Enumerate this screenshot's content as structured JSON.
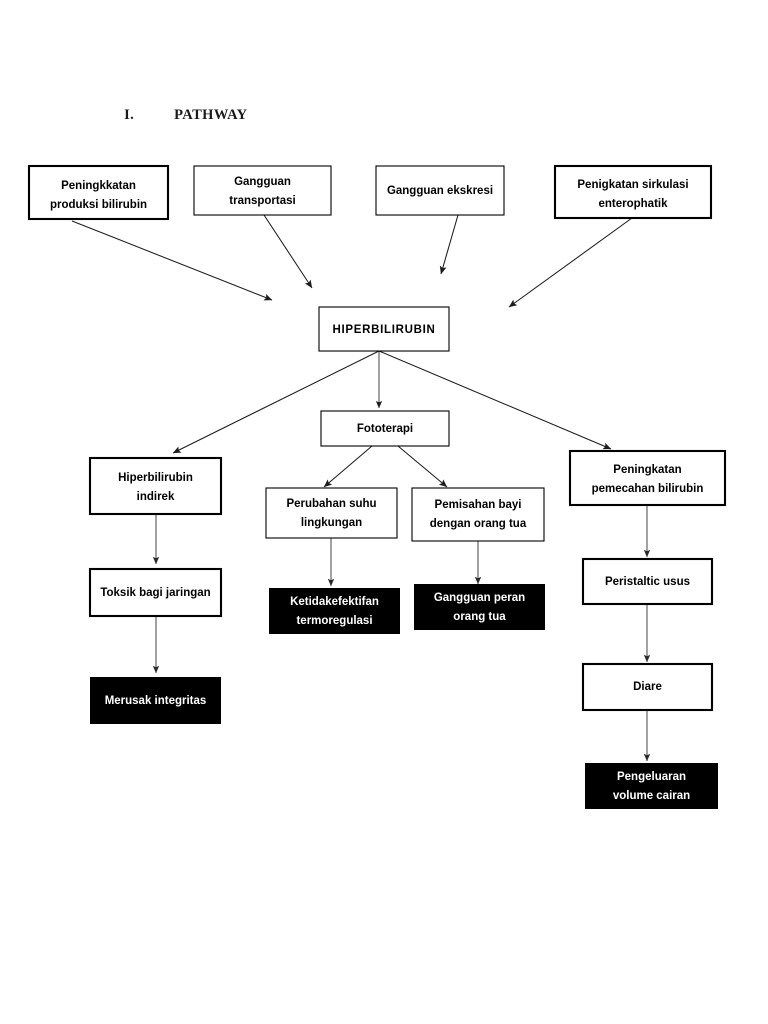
{
  "document": {
    "heading_number": "I.",
    "heading_title": "PATHWAY"
  },
  "theme": {
    "page_background": "#ffffff",
    "box_border": "#000000",
    "box_fill_light": "#ffffff",
    "box_fill_dark": "#000000",
    "text_dark": "#000000",
    "text_light": "#ffffff",
    "arrow_color": "#1c1c1c"
  },
  "diagram": {
    "type": "flowchart",
    "title": "PATHWAY",
    "nodes": [
      {
        "id": "peningkatan-produksi-bilirubin",
        "lines": [
          "Peningkkatan",
          "produksi bilirubin"
        ],
        "style": "light",
        "border": "thick"
      },
      {
        "id": "gangguan-transportasi",
        "lines": [
          "Gangguan",
          "transportasi"
        ],
        "style": "light",
        "border": "thin"
      },
      {
        "id": "gangguan-ekskresi",
        "lines": [
          "Gangguan ekskresi"
        ],
        "style": "light",
        "border": "thin"
      },
      {
        "id": "penigkatan-sirkulasi-enterophatik",
        "lines": [
          "Penigkatan sirkulasi",
          "enterophatik"
        ],
        "style": "light",
        "border": "thick"
      },
      {
        "id": "hiperbilirubin",
        "lines": [
          "HIPERBILIRUBIN"
        ],
        "style": "light",
        "border": "thin"
      },
      {
        "id": "fototerapi",
        "lines": [
          "Fototerapi"
        ],
        "style": "light",
        "border": "thin"
      },
      {
        "id": "hiperbilirubin-indirek",
        "lines": [
          "Hiperbilirubin",
          "indirek"
        ],
        "style": "light",
        "border": "thick"
      },
      {
        "id": "perubahan-suhu-lingkungan",
        "lines": [
          "Perubahan suhu",
          "lingkungan"
        ],
        "style": "light",
        "border": "thin"
      },
      {
        "id": "pemisahan-bayi-dengan-orang-tua",
        "lines": [
          "Pemisahan bayi",
          "dengan orang tua"
        ],
        "style": "light",
        "border": "thin"
      },
      {
        "id": "peningkatan-pemecahan-bilirubin",
        "lines": [
          "Peningkatan",
          "pemecahan bilirubin"
        ],
        "style": "light",
        "border": "thick"
      },
      {
        "id": "toksik-bagi-jaringan",
        "lines": [
          "Toksik bagi jaringan"
        ],
        "style": "light",
        "border": "thick"
      },
      {
        "id": "ketidakefektifan-termoregulasi",
        "lines": [
          "Ketidakefektifan",
          "termoregulasi"
        ],
        "style": "dark",
        "border": "none"
      },
      {
        "id": "gangguan-peran-orang-tua",
        "lines": [
          "Gangguan peran",
          "orang tua"
        ],
        "style": "dark",
        "border": "none"
      },
      {
        "id": "peristaltic-usus",
        "lines": [
          "Peristaltic usus"
        ],
        "style": "light",
        "border": "thick"
      },
      {
        "id": "merusak-integritas",
        "lines": [
          "Merusak integritas"
        ],
        "style": "dark",
        "border": "none"
      },
      {
        "id": "diare",
        "lines": [
          "Diare"
        ],
        "style": "light",
        "border": "thick"
      },
      {
        "id": "pengeluaran-volume-cairan",
        "lines": [
          "Pengeluaran",
          "volume cairan"
        ],
        "style": "dark",
        "border": "none"
      }
    ],
    "edges": [
      {
        "from": "peningkatan-produksi-bilirubin",
        "to": "hiperbilirubin"
      },
      {
        "from": "gangguan-transportasi",
        "to": "hiperbilirubin"
      },
      {
        "from": "gangguan-ekskresi",
        "to": "hiperbilirubin"
      },
      {
        "from": "penigkatan-sirkulasi-enterophatik",
        "to": "hiperbilirubin"
      },
      {
        "from": "hiperbilirubin",
        "to": "hiperbilirubin-indirek"
      },
      {
        "from": "hiperbilirubin",
        "to": "fototerapi"
      },
      {
        "from": "hiperbilirubin",
        "to": "peningkatan-pemecahan-bilirubin"
      },
      {
        "from": "fototerapi",
        "to": "perubahan-suhu-lingkungan"
      },
      {
        "from": "fototerapi",
        "to": "pemisahan-bayi-dengan-orang-tua"
      },
      {
        "from": "hiperbilirubin-indirek",
        "to": "toksik-bagi-jaringan"
      },
      {
        "from": "toksik-bagi-jaringan",
        "to": "merusak-integritas"
      },
      {
        "from": "perubahan-suhu-lingkungan",
        "to": "ketidakefektifan-termoregulasi"
      },
      {
        "from": "pemisahan-bayi-dengan-orang-tua",
        "to": "gangguan-peran-orang-tua"
      },
      {
        "from": "peningkatan-pemecahan-bilirubin",
        "to": "peristaltic-usus"
      },
      {
        "from": "peristaltic-usus",
        "to": "diare"
      },
      {
        "from": "diare",
        "to": "pengeluaran-volume-cairan"
      }
    ]
  }
}
